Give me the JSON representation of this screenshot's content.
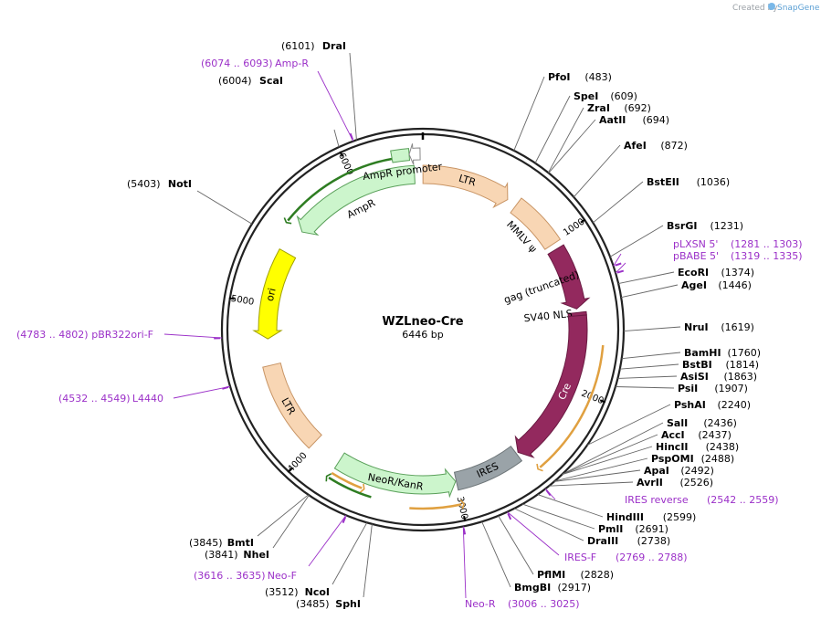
{
  "credit": {
    "created_by": "Created by",
    "app": "SnapGene",
    "logo_icon": "snapgene-logo-icon"
  },
  "plasmid": {
    "name": "WZLneo-Cre",
    "length_label": "6446 bp",
    "length": 6446
  },
  "ticks": [
    {
      "pos": 1000,
      "label": "1000"
    },
    {
      "pos": 2000,
      "label": "2000"
    },
    {
      "pos": 3000,
      "label": "3000"
    },
    {
      "pos": 4000,
      "label": "4000"
    },
    {
      "pos": 5000,
      "label": "5000"
    },
    {
      "pos": 6000,
      "label": "6000"
    }
  ],
  "features": [
    {
      "name": "LTR",
      "start": 1,
      "end": 593,
      "ring": 1,
      "color": "#f8d6b4",
      "stroke": "#c89464",
      "arrow": "cw",
      "label_mode": "arc"
    },
    {
      "name": "MMLV ψ",
      "start": 660,
      "end": 1015,
      "ring": 1,
      "color": "#f8d6b4",
      "stroke": "#c89464",
      "arrow": "none",
      "label_mode": "arc"
    },
    {
      "name": "gag (truncated)",
      "start": 1055,
      "end": 1474,
      "ring": 1,
      "color": "#93295e",
      "stroke": "#6a1a42",
      "arrow": "cw",
      "label_mode": "radial"
    },
    {
      "name": "SV40 NLS",
      "start": 1499,
      "end": 1520,
      "ring": 1,
      "color": "#93295e",
      "stroke": "#6a1a42",
      "arrow": "none",
      "label_mode": "radial"
    },
    {
      "name": "Cre",
      "start": 1520,
      "end": 2546,
      "ring": 1,
      "color": "#93295e",
      "stroke": "#6a1a42",
      "arrow": "cw",
      "label_mode": "arc_white"
    },
    {
      "name": "IRES",
      "start": 2560,
      "end": 3000,
      "ring": 1,
      "color": "#9aa3a8",
      "stroke": "#6e7679",
      "arrow": "none",
      "label_mode": "arc"
    },
    {
      "name": "NeoR/KanR",
      "start": 3005,
      "end": 3804,
      "ring": 1,
      "color": "#ccf5cc",
      "stroke": "#5aa05a",
      "arrow": "ccw",
      "label_mode": "arc"
    },
    {
      "name": "LTR",
      "start": 4008,
      "end": 4598,
      "ring": 1,
      "color": "#f8d6b4",
      "stroke": "#c89464",
      "arrow": "none",
      "label_mode": "arc"
    },
    {
      "name": "ori",
      "start": 4773,
      "end": 5361,
      "ring": 1,
      "color": "#ffff00",
      "stroke": "#a0a000",
      "arrow": "ccw",
      "label_mode": "arc"
    },
    {
      "name": "AmpR",
      "start": 5532,
      "end": 6391,
      "ring": 1,
      "color": "#ccf5cc",
      "stroke": "#5aa05a",
      "arrow": "ccw",
      "label_mode": "arc"
    },
    {
      "name": "AmpR promoter",
      "start": 6263,
      "end": 6366,
      "ring": 0,
      "color": "#ccf5cc",
      "stroke": "#5aa05a",
      "arrow": "none",
      "label_mode": "arc"
    },
    {
      "name": "",
      "start": 6366,
      "end": 6430,
      "ring": 0,
      "color": "#ffffff",
      "stroke": "#888888",
      "arrow": "ccw",
      "label_mode": "none"
    }
  ],
  "primer_arcs": [
    {
      "start": 1700,
      "end": 2500,
      "radius": 198,
      "color": "#e0a040",
      "arrow": "cw"
    },
    {
      "start": 3000,
      "end": 3300,
      "radius": 196,
      "color": "#e0a040",
      "arrow": "ccw"
    },
    {
      "start": 3600,
      "end": 3804,
      "radius": 186,
      "color": "#e0a040",
      "arrow": "ccw"
    },
    {
      "start": 3530,
      "end": 3804,
      "radius": 192,
      "color": "#2e7d22",
      "arrow": "cw"
    },
    {
      "start": 5532,
      "end": 6360,
      "radius": 190,
      "color": "#2e7d22",
      "arrow": "ccw"
    }
  ],
  "sites_right": [
    {
      "name": "PfoI",
      "pos_label": "(483)",
      "site": 483
    },
    {
      "name": "SpeI",
      "pos_label": "(609)",
      "site": 609
    },
    {
      "name": "ZraI",
      "pos_label": "(692)",
      "site": 692
    },
    {
      "name": "AatII",
      "pos_label": "(694)",
      "site": 694
    },
    {
      "name": "AfeI",
      "pos_label": "(872)",
      "site": 872
    },
    {
      "name": "BstEII",
      "pos_label": "(1036)",
      "site": 1036
    },
    {
      "name": "BsrGI",
      "pos_label": "(1231)",
      "site": 1231
    },
    {
      "name": "EcoRI",
      "pos_label": "(1374)",
      "site": 1374
    },
    {
      "name": "AgeI",
      "pos_label": "(1446)",
      "site": 1446
    },
    {
      "name": "NruI",
      "pos_label": "(1619)",
      "site": 1619
    },
    {
      "name": "BamHI",
      "pos_label": "(1760)",
      "site": 1760
    },
    {
      "name": "BstBI",
      "pos_label": "(1814)",
      "site": 1814
    },
    {
      "name": "AsiSI",
      "pos_label": "(1863)",
      "site": 1863
    },
    {
      "name": "PsiI",
      "pos_label": "(1907)",
      "site": 1907
    },
    {
      "name": "PshAI",
      "pos_label": "(2240)",
      "site": 2240
    },
    {
      "name": "SalI",
      "pos_label": "(2436)",
      "site": 2436
    },
    {
      "name": "AccI",
      "pos_label": "(2437)",
      "site": 2437
    },
    {
      "name": "HincII",
      "pos_label": "(2438)",
      "site": 2438
    },
    {
      "name": "PspOMI",
      "pos_label": "(2488)",
      "site": 2488
    },
    {
      "name": "ApaI",
      "pos_label": "(2492)",
      "site": 2492
    },
    {
      "name": "AvrII",
      "pos_label": "(2526)",
      "site": 2526
    },
    {
      "name": "HindIII",
      "pos_label": "(2599)",
      "site": 2599
    },
    {
      "name": "PmlI",
      "pos_label": "(2691)",
      "site": 2691
    },
    {
      "name": "DraIII",
      "pos_label": "(2738)",
      "site": 2738
    },
    {
      "name": "PflMI",
      "pos_label": "(2828)",
      "site": 2828
    },
    {
      "name": "BmgBI",
      "pos_label": "(2917)",
      "site": 2917
    }
  ],
  "sites_left": [
    {
      "name": "DraI",
      "pos_label": "(6101)",
      "site": 6101
    },
    {
      "name": "ScaI",
      "pos_label": "(6004)",
      "site": 6004
    },
    {
      "name": "NotI",
      "pos_label": "(5403)",
      "site": 5403
    },
    {
      "name": "BmtI",
      "pos_label": "(3845)",
      "site": 3845
    },
    {
      "name": "NheI",
      "pos_label": "(3841)",
      "site": 3841
    },
    {
      "name": "NcoI",
      "pos_label": "(3512)",
      "site": 3512
    },
    {
      "name": "SphI",
      "pos_label": "(3485)",
      "site": 3485
    }
  ],
  "primers": [
    {
      "text": "pLXSN 5'",
      "range": "(1281 .. 1303)",
      "site": 1281
    },
    {
      "text": "pBABE 5'",
      "range": "(1319 .. 1335)",
      "site": 1319
    },
    {
      "text": "IRES reverse",
      "range": "(2542 .. 2559)",
      "site": 2550
    },
    {
      "text": "IRES-F",
      "range": "(2769 .. 2788)",
      "site": 2778
    },
    {
      "text": "Neo-R",
      "range": "(3006 .. 3025)",
      "site": 3015
    },
    {
      "text": "Neo-F",
      "range": "(3616 .. 3635)",
      "site": 3625
    },
    {
      "text": "L4440",
      "range": "(4532 .. 4549)",
      "site": 4540
    },
    {
      "text": "pBR322ori-F",
      "range": "(4783 .. 4802)",
      "site": 4792
    },
    {
      "text": "Amp-R",
      "range": "(6074 .. 6093)",
      "site": 6083
    }
  ]
}
